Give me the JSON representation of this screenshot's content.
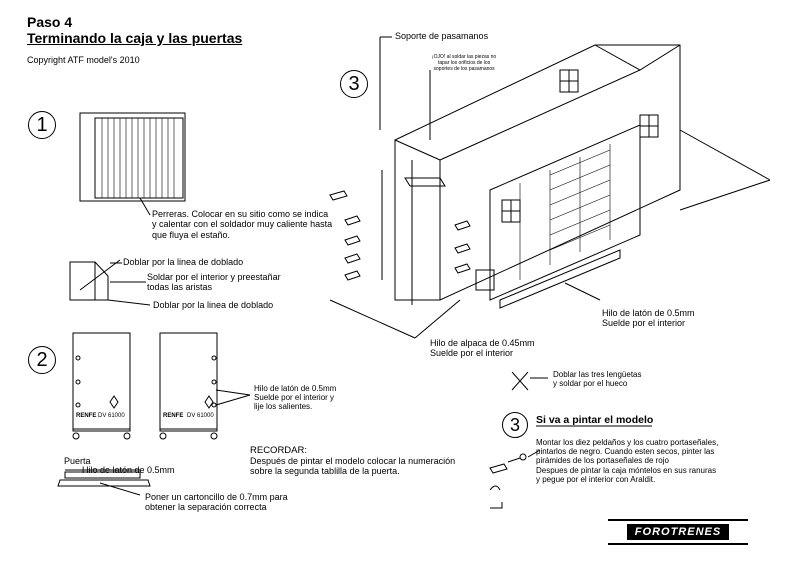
{
  "header": {
    "step": "Paso 4",
    "title": "Terminando la caja y las puertas",
    "copyright": "Copyright ATF model's 2010"
  },
  "steps": {
    "one": "1",
    "two": "2",
    "three": "3",
    "three_b": "3"
  },
  "section1": {
    "perreras": "Perreras. Colocar en su sitio como se indica\ny calentar con el soldador muy caliente hasta\nque fluya el estaño.",
    "doblar1": "Doblar por la linea de doblado",
    "soldar": "Soldar por el interior y preestañar\ntodas las aristas",
    "doblar2": "Doblar por la linea de doblado"
  },
  "section2": {
    "hilo_laton": "Hilo de latón de 0.5mm\nSuelde por el interior y\nlije los salientes.",
    "recordar_title": "RECORDAR:",
    "recordar_text": "Después de pintar el modelo colocar la numeración\nsobre la segunda tablilla de la puerta.",
    "puerta": "Puerta",
    "hilo_puerta": "Hilo de latón de 0.5mm",
    "carton": "Poner un cartoncillo de 0.7mm para\nobtener la separación correcta",
    "plate_left": "RENFE",
    "plate_left_num": "DV 61000",
    "plate_right": "RENFE",
    "plate_right_num": "DV 61000"
  },
  "section3": {
    "soporte": "Soporte de pasamanos",
    "ojo": "¡OJO! al soldar las piezas no\ntapar los orificios de los\nsoportes de los pasamanos",
    "hilo_laton_side": "Hilo de latón de 0.5mm\nSuelde por el interior",
    "hilo_alpaca": "Hilo de alpaca de 0.45mm\nSuelde por el interior",
    "lenguetas": "Doblar las tres lengüetas\ny soldar por el hueco"
  },
  "paint": {
    "title": "Si va a pintar el modelo",
    "text": "Montar los diez peldaños y los cuatro portaseñales,\npintarlos de negro. Cuando esten secos, pinter las\npirámides de los portaseñales de rojo\nDespues de pintar la caja móntelos en sus ranuras\ny pegue por el interior con Araldit."
  },
  "logo": {
    "text": "FOROTRENES"
  }
}
